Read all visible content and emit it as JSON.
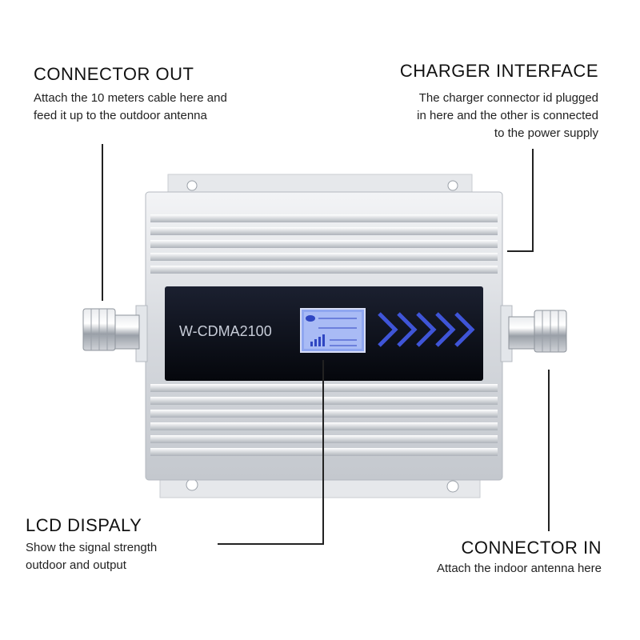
{
  "labels": {
    "connector_out": {
      "title": "CONNECTOR OUT",
      "description": "Attach the 10 meters cable here and\nfeed it up to the outdoor antenna"
    },
    "charger_interface": {
      "title": "CHARGER INTERFACE",
      "description": "The charger connector id plugged\nin here and the other is connected\nto the power supply"
    },
    "lcd_display": {
      "title": "LCD DISPALY",
      "description": "Show the signal strength\noutdoor and output"
    },
    "connector_in": {
      "title": "CONNECTOR IN",
      "description": "Attach the indoor antenna here"
    }
  },
  "device": {
    "model_text": "W-CDMA2100",
    "colors": {
      "body": "#d9dde2",
      "panel": "#0c0f18",
      "accent": "#3f55d8"
    }
  }
}
